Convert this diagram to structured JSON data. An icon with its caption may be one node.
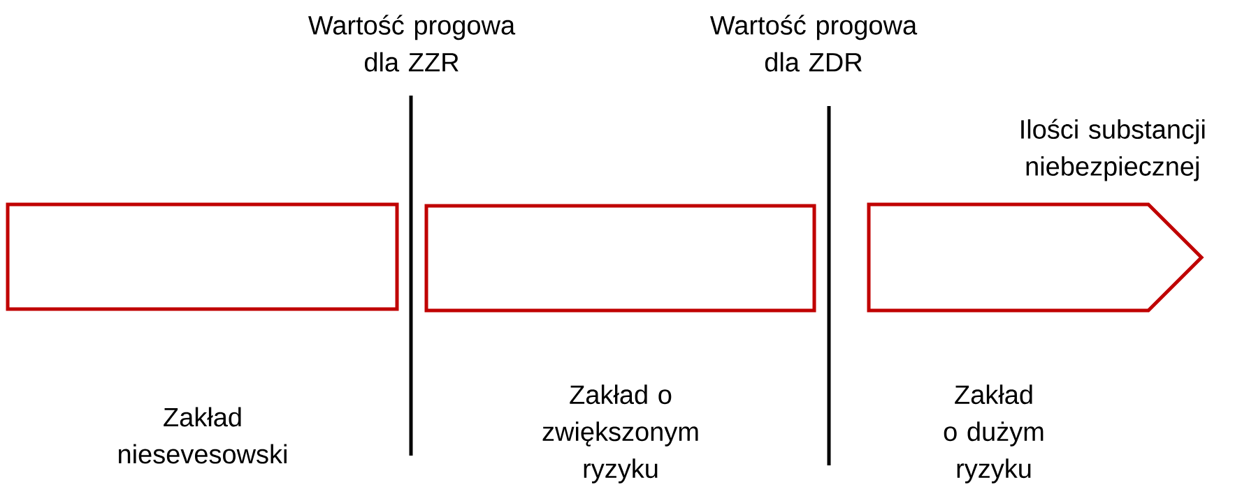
{
  "diagram": {
    "nodes": [
      {
        "text": [],
        "shape": "box",
        "beside": [
          "Zakład niesevesowski"
        ]
      },
      {
        "text": [],
        "shape": "box",
        "beside": [
          "Zakład o zwiększonym ryzyku"
        ]
      },
      {
        "text": [],
        "shape": "arrow",
        "beside": [
          "Ilości substancji niebezpiecznej",
          "Zakład o dużym ryzyku"
        ]
      }
    ],
    "labels": [
      "Wartość progowa dla ZZR",
      "Wartość progowa dla ZDR"
    ]
  }
}
